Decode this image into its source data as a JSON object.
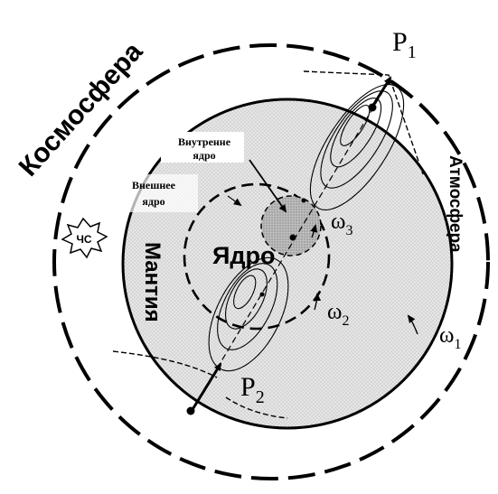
{
  "labels": {
    "kosmosfera": "Космосфера",
    "atmosfera": "Атмосфера",
    "mantiya": "Мантия",
    "yadro": "Ядро",
    "vneshnee_line1": "Внешнее",
    "vneshnee_line2": "ядро",
    "vnutrennee_line1": "Внутренне",
    "vnutrennee_line2": "ядро",
    "chs": "ЧС",
    "p1_base": "P",
    "p1_sub": "1",
    "p2_base": "P",
    "p2_sub": "2",
    "omega1_base": "ω",
    "omega1_sub": "1",
    "omega2_base": "ω",
    "omega2_sub": "2",
    "omega3_base": "ω",
    "omega3_sub": "3"
  },
  "colors": {
    "line": "#000000",
    "mantle_fill": "#e6e6e6",
    "inner_core_fill": "#b9b9b9",
    "background": "#ffffff"
  }
}
